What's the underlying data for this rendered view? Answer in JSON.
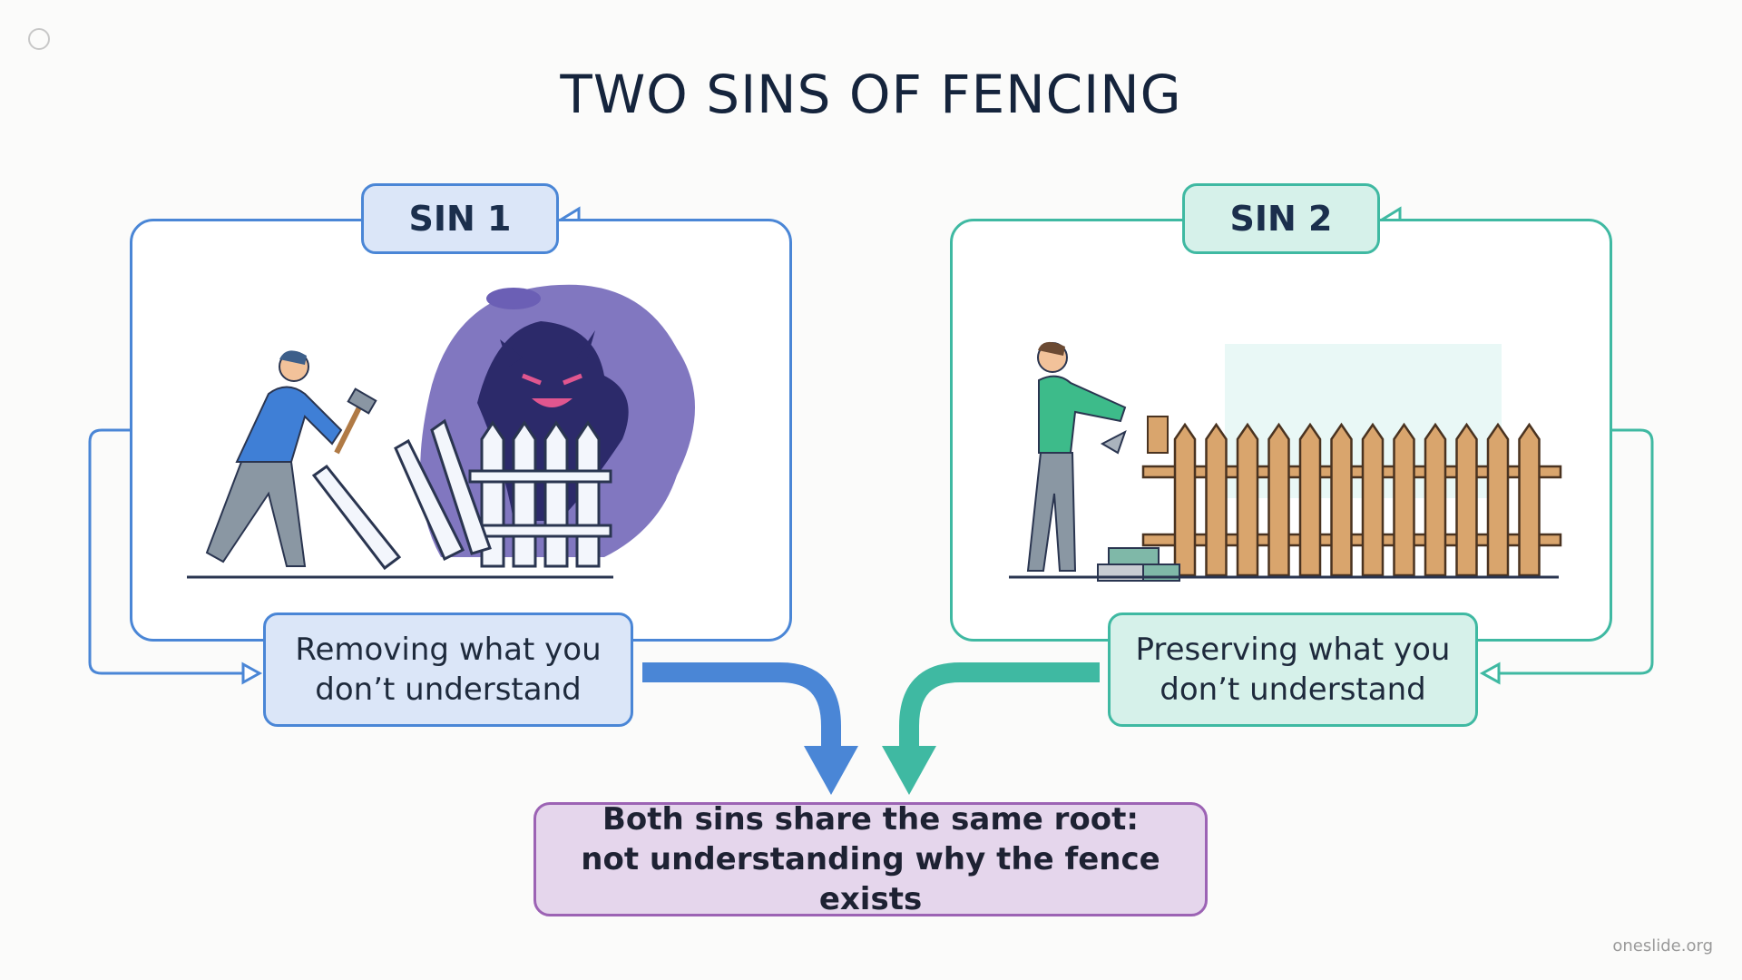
{
  "title": "TWO SINS OF FENCING",
  "sin1": {
    "badge": "SIN 1",
    "caption_line1": "Removing what you",
    "caption_line2": "don’t understand"
  },
  "sin2": {
    "badge": "SIN 2",
    "caption_line1": "Preserving what you",
    "caption_line2": "don’t understand"
  },
  "root": {
    "line1": "Both sins share the same root:",
    "line2": "not understanding why the fence exists"
  },
  "watermark": "oneslide.org",
  "colors": {
    "blue": "#4a86d6",
    "blue_fill": "#dbe6f8",
    "teal": "#3fb9a2",
    "teal_fill": "#d6f1ea",
    "purple": "#9c63b4",
    "purple_fill": "#e5d6ec",
    "title": "#15243c"
  }
}
